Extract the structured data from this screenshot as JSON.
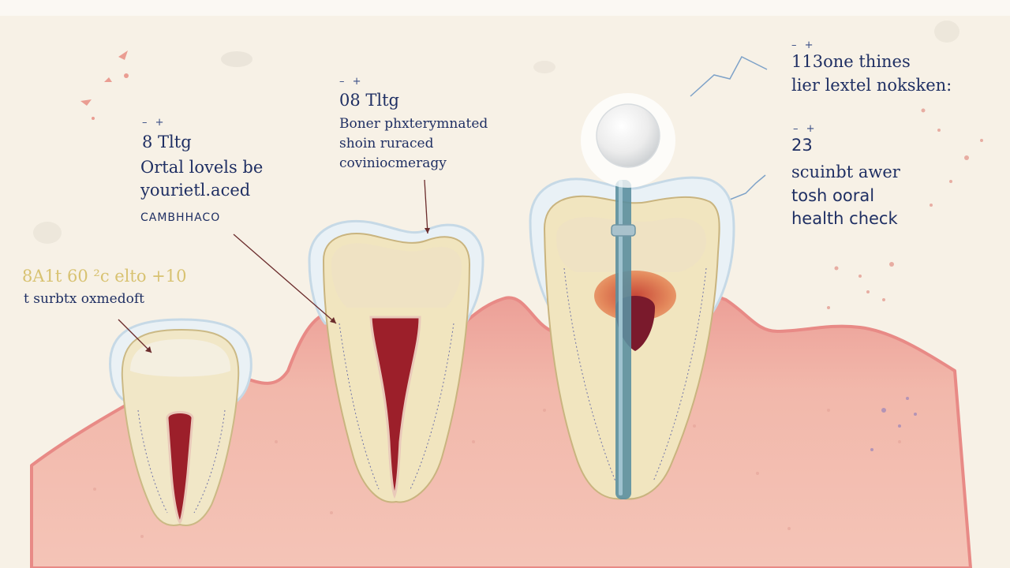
{
  "labels": {
    "tooth1": {
      "title": "8 Tltg",
      "lines": [
        "Ortal lovels be",
        "yourietl.aced"
      ],
      "caption": "CAMBHHACO"
    },
    "tooth2": {
      "title": "08 Tltg",
      "lines": [
        "Boner phxterymnated",
        "shoin ruraced",
        "coviniocmeragy"
      ]
    },
    "tooth3": {
      "title": "113one thines",
      "lines": [
        "lier lextel noksken:"
      ]
    },
    "tooth4": {
      "title": "23",
      "lines": [
        "scuinbt awer",
        "tosh ooral",
        "health check"
      ]
    },
    "tooth0": {
      "title": "8A1t 60 ²c elto +10",
      "lines": [
        "t surbtx oxmedoft"
      ]
    },
    "tick": "– +"
  },
  "colors": {
    "background": "#f7f1e6",
    "gum": "#f1b4a8",
    "gum_edge": "#e88a86",
    "enamel": "#f2ead4",
    "dentin": "#ecdcb0",
    "pulp": "#9c1f2a",
    "inflamed_pulp": "#e08a5c",
    "instrument": "#5b8fa0",
    "text": "#1f2f63",
    "accent_yellow": "#d8c271"
  }
}
